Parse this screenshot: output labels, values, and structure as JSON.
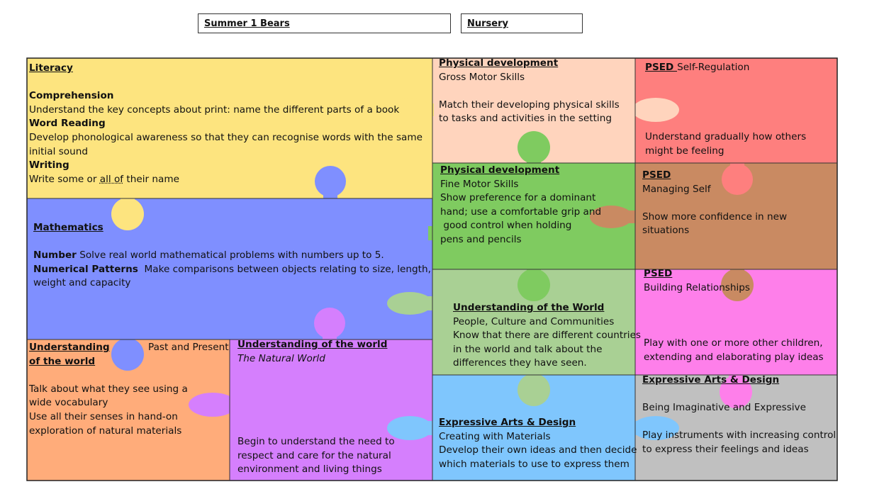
{
  "header": {
    "term": "Summer 1 Bears",
    "year_group": "Nursery"
  },
  "colors": {
    "literacy": "#fde47f",
    "mathematics": "#7f8fff",
    "understanding_past": "#ffac7a",
    "understanding_natural": "#d57ffd",
    "physical_gross": "#ffd4bd",
    "physical_fine": "#7fcb60",
    "understanding_people": "#a9d094",
    "expressive_materials": "#7fc6fd",
    "psed_regulation": "#fe7f7e",
    "psed_self": "#c98a62",
    "psed_relationships": "#fe7fea",
    "expressive_imaginative": "#c0c0c0"
  },
  "pieces": {
    "literacy": {
      "title": "Literacy",
      "comprehension_heading": "Comprehension",
      "comprehension_text": "Understand the key concepts about print: name the different parts of a book",
      "word_reading_heading": "Word Reading",
      "word_reading_line1": "Develop phonological awareness so that they can recognise words with the same",
      "word_reading_line2": "initial sound",
      "writing_heading": "Writing",
      "writing_pre": "Write some or ",
      "writing_dotted": "all of",
      "writing_post": " their name"
    },
    "mathematics": {
      "title": "Mathematics",
      "number_heading": "Number",
      "number_text": " Solve real world mathematical problems with numbers up to 5.",
      "patterns_heading": "Numerical Patterns",
      "patterns_line1": "  Make comparisons between objects relating to size, length,",
      "patterns_line2": "weight and capacity"
    },
    "understanding_past": {
      "title_line1": "Understanding",
      "title_line2": "of the world",
      "subtitle": "Past and Present",
      "line1": "Talk about what they see using a",
      "line2": "wide vocabulary",
      "line3": "Use all their senses in hand-on",
      "line4": "exploration of natural materials"
    },
    "understanding_natural": {
      "title": "Understanding of the world",
      "subtitle": "The Natural World",
      "line1": "Begin to understand the need to",
      "line2": "respect and care for the natural",
      "line3": "environment and living things"
    },
    "physical_gross": {
      "title": "Physical development",
      "subtitle": "Gross Motor Skills",
      "line1": "Match their developing physical skills",
      "line2": "to tasks and activities in the setting"
    },
    "physical_fine": {
      "title": "Physical development",
      "subtitle": "Fine Motor Skills",
      "line1": "Show preference for a dominant",
      "line2": "hand; use a comfortable grip and",
      "line3": " good control when holding",
      "line4": "pens and pencils"
    },
    "understanding_people": {
      "title": "Understanding of the World",
      "subtitle": "People, Culture and Communities",
      "line1": "Know that there are different countries",
      "line2": "in the world and talk about the",
      "line3": "differences they have seen."
    },
    "expressive_materials": {
      "title": "Expressive Arts & Design",
      "subtitle": "Creating with Materials",
      "line1": "Develop their own ideas and then decide",
      "line2": "which materials to use to express them"
    },
    "psed_regulation": {
      "title": "PSED ",
      "subtitle": "Self-Regulation",
      "line1": "Understand gradually how others",
      "line2": "might be feeling"
    },
    "psed_self": {
      "title": "PSED",
      "subtitle": "Managing Self",
      "line1": "Show more confidence in new",
      "line2": "situations"
    },
    "psed_relationships": {
      "title": "PSED",
      "subtitle": "Building Relationships",
      "line1": "Play with one or more other children,",
      "line2": "extending and elaborating play ideas"
    },
    "expressive_imaginative": {
      "title": "Expressive Arts & Design",
      "subtitle": "Being Imaginative and Expressive",
      "line1": "Play instruments with increasing control",
      "line2": "to express their feelings and ideas"
    }
  }
}
